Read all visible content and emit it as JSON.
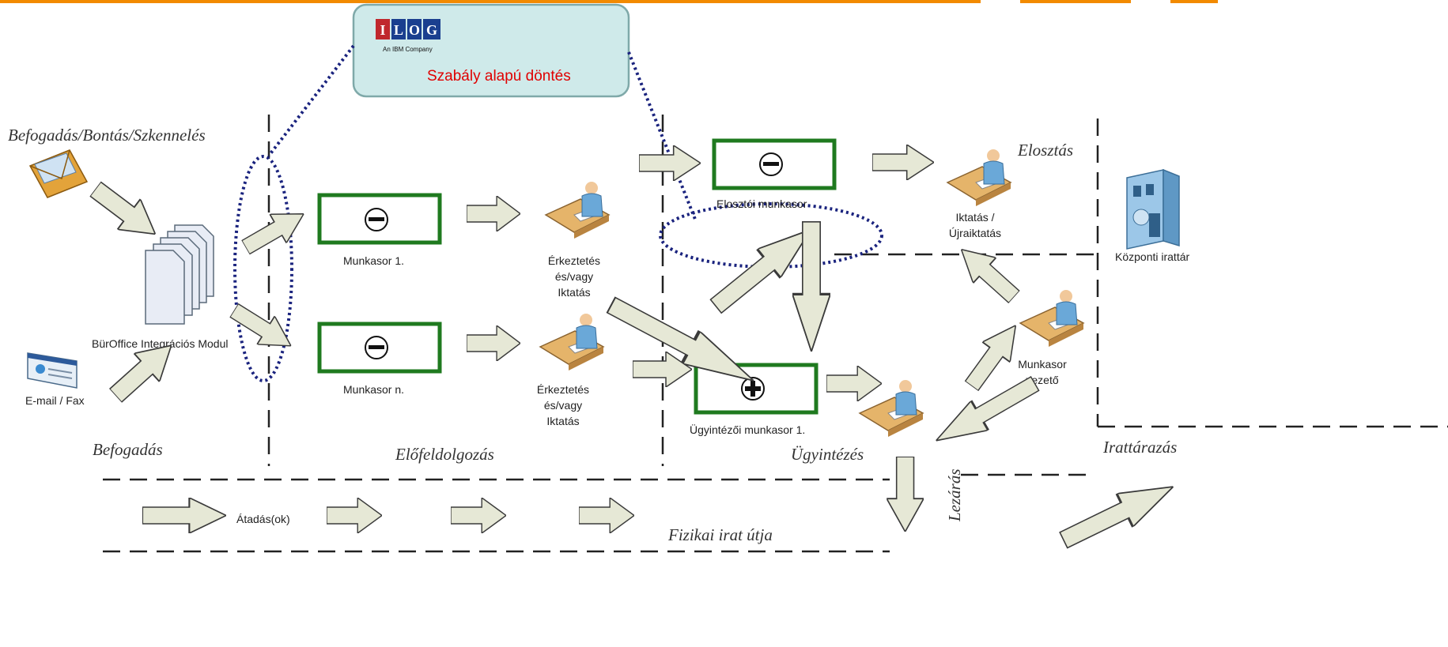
{
  "colors": {
    "top_bar": "#f28a00",
    "arrow_fill": "#e6e8d6",
    "arrow_stroke": "#3a3a3a",
    "box_border": "#1f7a1f",
    "ilog_box_fill": "#cfeaea",
    "ilog_box_border": "#7fa9a9",
    "dotted": "#1a237e",
    "rule_text": "#e00000"
  },
  "ilog": {
    "logo_letters": [
      "I",
      "L",
      "O",
      "G"
    ],
    "logo_subtitle": "An IBM Company",
    "rule_label": "Szabály alapú döntés"
  },
  "phases": {
    "intake_title": "Befogadás/Bontás/Szkennelés",
    "intake": "Befogadás",
    "preprocessing": "Előfeldolgozás",
    "administration": "Ügyintézés",
    "distribution": "Elosztás",
    "archiving": "Irattárazás",
    "closing": "Lezárás",
    "physical_path": "Fizikai irat útja"
  },
  "labels": {
    "integration_module": "BürOffice Integrációs Modul",
    "email_fax": "E-mail / Fax",
    "queue1": "Munkasor 1.",
    "queue_n": "Munkasor n.",
    "registration1": [
      "Érkeztetés",
      "és/vagy",
      "Iktatás"
    ],
    "registration2": [
      "Érkeztetés",
      "és/vagy",
      "Iktatás"
    ],
    "distributor_queue": "Elosztói munkasor",
    "clerk_queue": "Ügyintézői munkasor 1.",
    "reregistration": [
      "Iktatás /",
      "Újraiktatás"
    ],
    "central_archive": "Központi irattár",
    "queue_manager": [
      "Munkasor",
      "vezető"
    ],
    "handover": "Átadás(ok)"
  }
}
